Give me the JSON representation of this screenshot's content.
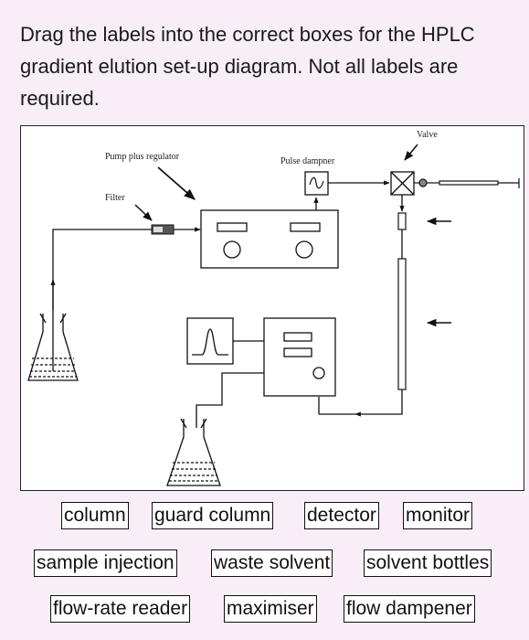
{
  "question": {
    "text": "Drag the labels into the correct boxes for the HPLC gradient elution set-up diagram. Not all labels are required."
  },
  "diagram": {
    "labels": {
      "valve": "Valve",
      "pump": "Pump plus regulator",
      "pulse_dampener": "Pulse dampner",
      "filter": "Filter"
    }
  },
  "answer_labels": [
    "column",
    "guard column",
    "detector",
    "monitor",
    "sample injection",
    "waste solvent",
    "solvent bottles",
    "flow-rate reader",
    "maximiser",
    "flow dampener"
  ]
}
